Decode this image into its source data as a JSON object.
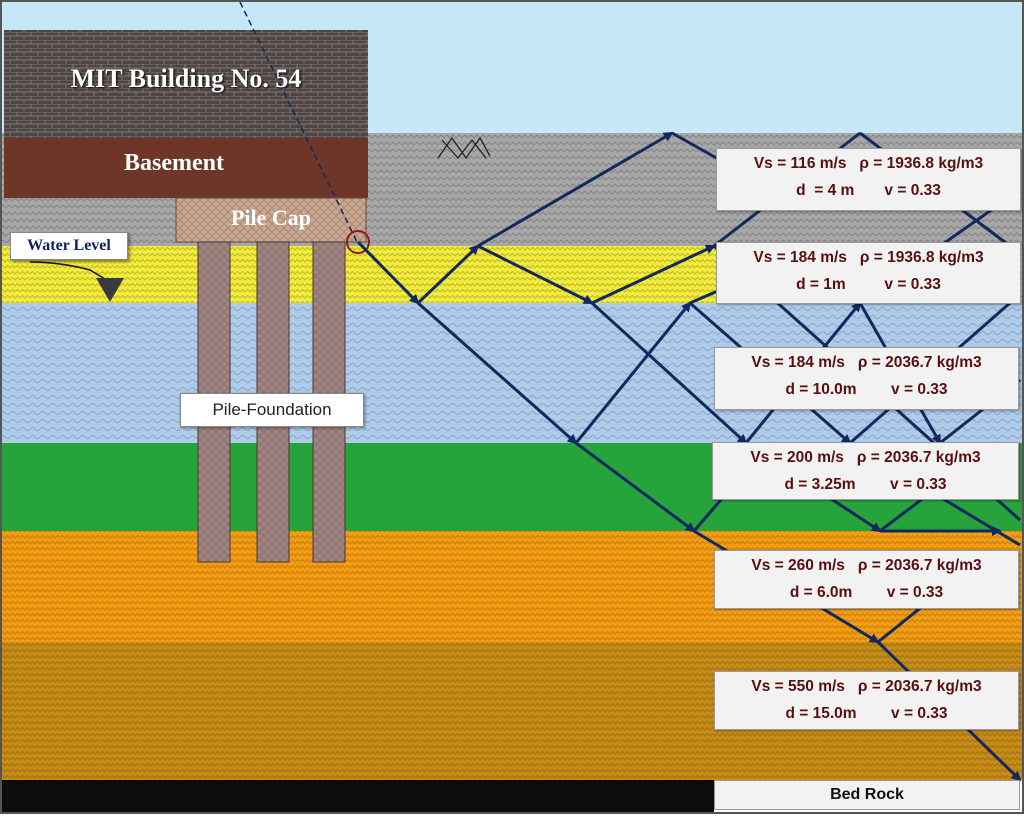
{
  "building": {
    "title": "MIT Building No. 54",
    "basement": "Basement",
    "pile_cap": "Pile Cap"
  },
  "labels": {
    "water_level": "Water Level",
    "pile_foundation": "Pile-Foundation",
    "bed_rock": "Bed Rock"
  },
  "layers": [
    {
      "row1": "Vs = 116 m/s   ρ = 1936.8 kg/m3",
      "row2": "d  = 4 m       v = 0.33",
      "color": "#a7a7a7"
    },
    {
      "row1": "Vs = 184 m/s   ρ = 1936.8 kg/m3",
      "row2": "d = 1m         v = 0.33",
      "color": "#f4ec3b"
    },
    {
      "row1": "Vs = 184 m/s   ρ = 2036.7 kg/m3",
      "row2": "d = 10.0m        v = 0.33",
      "color": "#aecbe8"
    },
    {
      "row1": "Vs = 200 m/s   ρ = 2036.7 kg/m3",
      "row2": "d = 3.25m        v = 0.33",
      "color": "#27a33c"
    },
    {
      "row1": "Vs = 260 m/s   ρ = 2036.7 kg/m3",
      "row2": "d = 6.0m        v = 0.33",
      "color": "#f69c12"
    },
    {
      "row1": "Vs = 550 m/s   ρ = 2036.7 kg/m3",
      "row2": "d = 15.0m        v = 0.33",
      "color": "#c88b16"
    }
  ],
  "colors": {
    "sky": "#c6e8f6",
    "bedrock": "#0c0c0c",
    "ray": "#13285e",
    "building": "#4f4543",
    "basement": "#6e3629",
    "pile": "#9f8482"
  }
}
